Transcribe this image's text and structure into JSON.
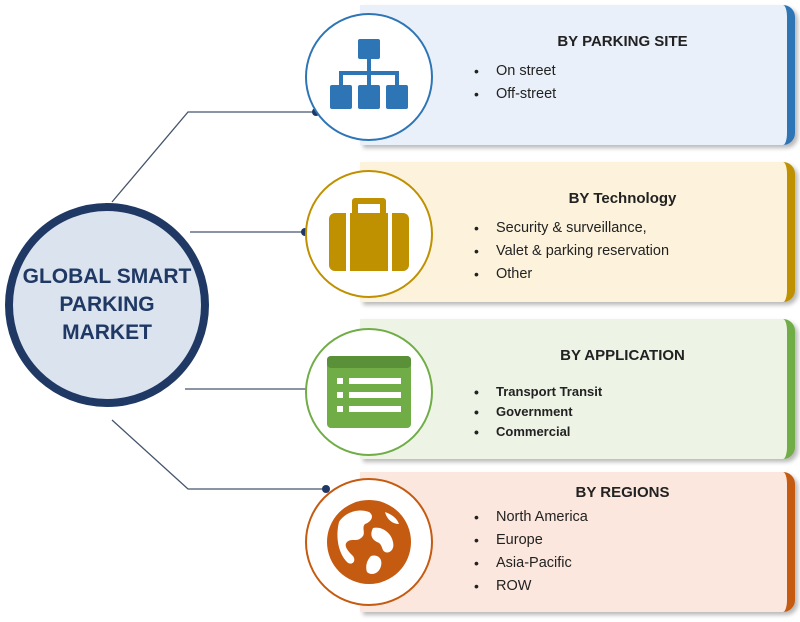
{
  "hub": {
    "title": "GLOBAL SMART\nPARKING\nMARKET"
  },
  "segments": [
    {
      "title": "BY PARKING SITE",
      "icon": "sitemap-icon",
      "accent": "#2e75b6",
      "panel_bg": "#e9f0f9",
      "items": [
        "On street",
        "Off-street"
      ]
    },
    {
      "title": "BY Technology",
      "icon": "briefcase-icon",
      "accent": "#bf9000",
      "panel_bg": "#fdf3dd",
      "items": [
        "Security & surveillance,",
        "Valet & parking reservation",
        "Other"
      ]
    },
    {
      "title": "BY APPLICATION",
      "icon": "list-document-icon",
      "accent": "#70ad47",
      "panel_bg": "#edf4e6",
      "items": [
        "Transport Transit",
        "Government",
        "Commercial"
      ]
    },
    {
      "title": "BY REGIONS",
      "icon": "globe-icon",
      "accent": "#c55a11",
      "panel_bg": "#fbe7dd",
      "items": [
        "North America",
        "Europe",
        "Asia-Pacific",
        "ROW"
      ]
    }
  ]
}
